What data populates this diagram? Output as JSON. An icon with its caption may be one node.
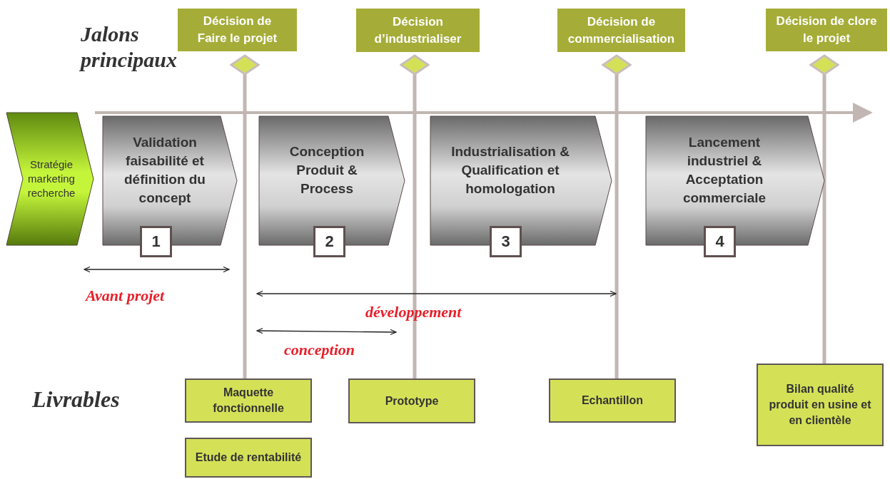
{
  "diagram": {
    "nodes": [
      {
        "text": [
          "Décision de Faire le projet"
        ]
      },
      {
        "text": [
          "Décision d’industrialiser"
        ]
      },
      {
        "text": [
          "Décision de commercialisation"
        ]
      },
      {
        "text": [
          "Décision de clore le projet"
        ]
      },
      {
        "text": [],
        "shape": "diamond"
      },
      {
        "text": [],
        "shape": "diamond"
      },
      {
        "text": [],
        "shape": "diamond"
      },
      {
        "text": [],
        "shape": "diamond"
      },
      {
        "text": [
          "Stratégie marketing recherche"
        ]
      },
      {
        "text": [
          "Validation faisabilité et définition du concept"
        ]
      },
      {
        "text": [
          "1"
        ]
      },
      {
        "text": [
          "Conception Produit & Process"
        ]
      },
      {
        "text": [
          "2"
        ]
      },
      {
        "text": [
          "Industrialisation & Qualification et homologation"
        ]
      },
      {
        "text": [
          "3"
        ]
      },
      {
        "text": [
          "Lancement industriel & Acceptation commerciale"
        ]
      },
      {
        "text": [
          "4"
        ]
      },
      {
        "text": [
          "Maquette fonctionnelle"
        ]
      },
      {
        "text": [
          "Prototype"
        ]
      },
      {
        "text": [
          "Echantillon"
        ]
      },
      {
        "text": [
          "Bilan qualité produit en usine et en clientèle"
        ]
      },
      {
        "text": [
          "Etude de rentabilité"
        ]
      }
    ],
    "edges": [
      {
        "from": 4,
        "to": 17,
        "arrow": "none"
      },
      {
        "from": 5,
        "to": 18,
        "arrow": "none"
      },
      {
        "from": 6,
        "to": 19,
        "arrow": "none"
      },
      {
        "from": 7,
        "to": 20,
        "arrow": "none"
      }
    ],
    "labels": [
      "Jalons principaux",
      "Avant projet",
      "développement",
      "conception",
      "Livrables"
    ]
  }
}
